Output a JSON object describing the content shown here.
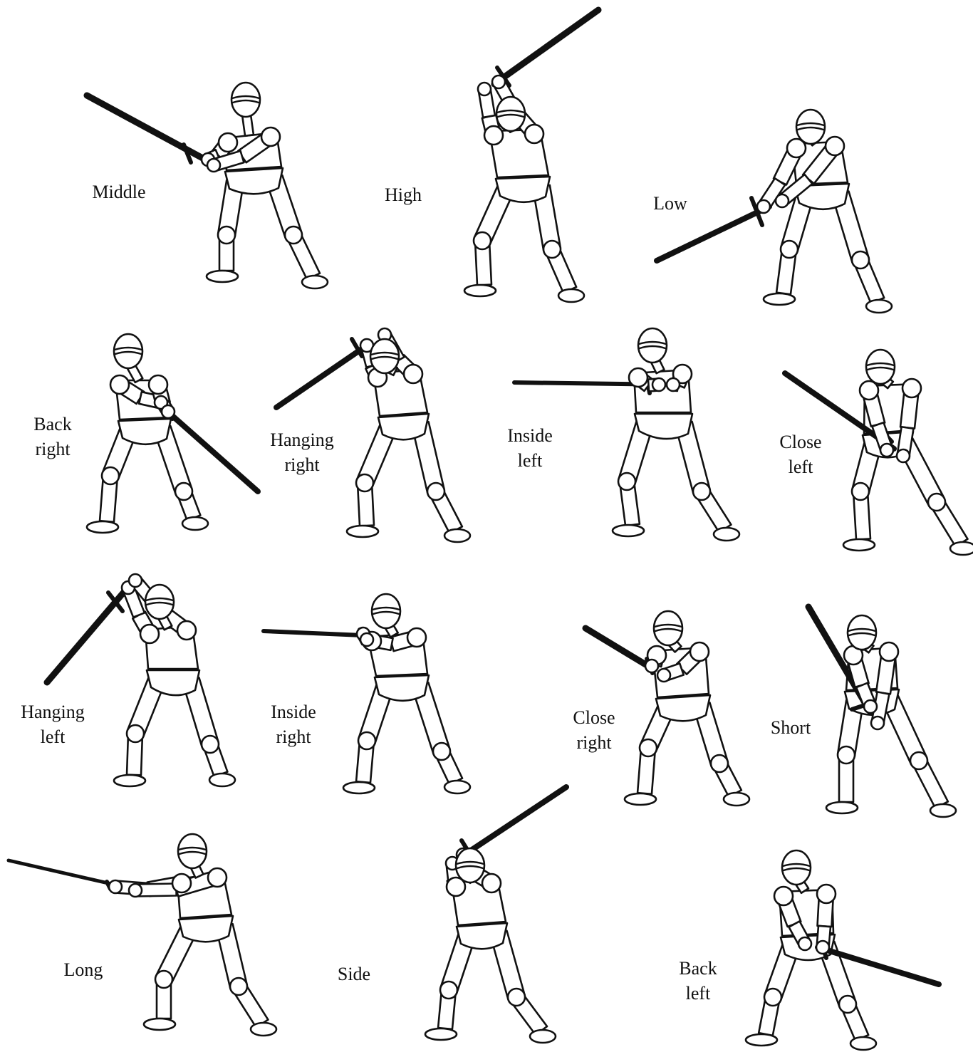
{
  "guards": [
    {
      "id": "middle",
      "lines": [
        "Middle"
      ]
    },
    {
      "id": "high",
      "lines": [
        "High"
      ]
    },
    {
      "id": "low",
      "lines": [
        "Low"
      ]
    },
    {
      "id": "back-right",
      "lines": [
        "Back",
        "right"
      ]
    },
    {
      "id": "hanging-right",
      "lines": [
        "Hanging",
        "right"
      ]
    },
    {
      "id": "inside-left",
      "lines": [
        "Inside",
        "left"
      ]
    },
    {
      "id": "close-left",
      "lines": [
        "Close",
        "left"
      ]
    },
    {
      "id": "hanging-left",
      "lines": [
        "Hanging",
        "left"
      ]
    },
    {
      "id": "inside-right",
      "lines": [
        "Inside",
        "right"
      ]
    },
    {
      "id": "close-right",
      "lines": [
        "Close",
        "right"
      ]
    },
    {
      "id": "short",
      "lines": [
        "Short"
      ]
    },
    {
      "id": "long",
      "lines": [
        "Long"
      ]
    },
    {
      "id": "side",
      "lines": [
        "Side"
      ]
    },
    {
      "id": "back-left",
      "lines": [
        "Back",
        "left"
      ]
    }
  ],
  "colors": {
    "ink": "#111111",
    "paper": "#ffffff"
  }
}
